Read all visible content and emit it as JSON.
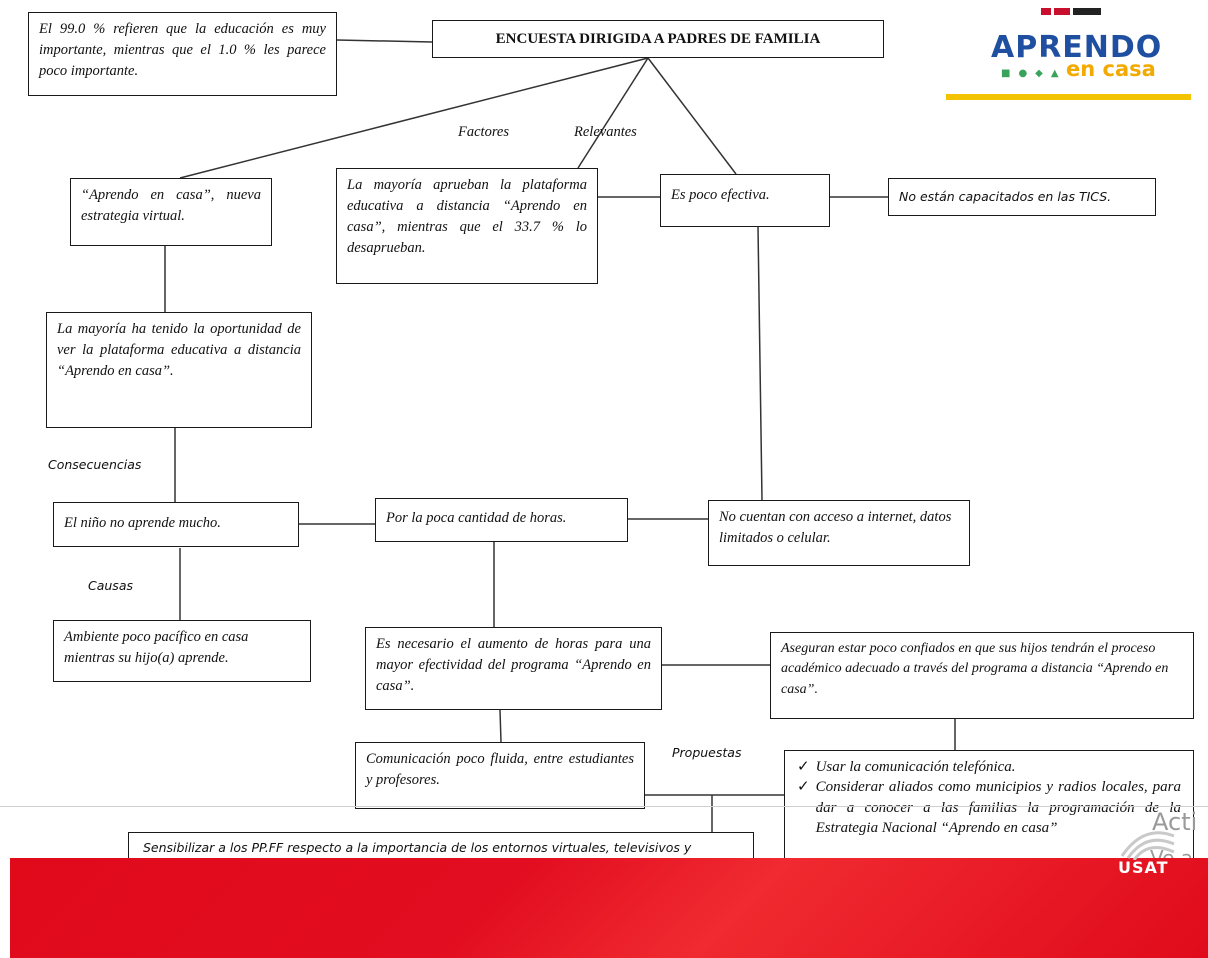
{
  "title": "ENCUESTA DIRIGIDA A PADRES DE FAMILIA",
  "logo": {
    "word1": "APRENDO",
    "word2": "en casa",
    "footer_brand": "USAT"
  },
  "labels": {
    "factores": "Factores",
    "relevantes": "Relevantes",
    "consecuencias": "Consecuencias",
    "causas": "Causas",
    "propuestas": "Propuestas"
  },
  "boxes": {
    "importance": "El 99.0 % refieren que la educación es muy importante, mientras que el 1.0 % les parece poco importante.",
    "strategy": "“Aprendo en casa”, nueva estrategia virtual.",
    "approval": "La mayoría aprueban la plataforma educativa a distancia “Aprendo en casa”, mientras que el 33.7 % lo desaprueban.",
    "effective": "Es poco efectiva.",
    "tics": "No están capacitados en las TICS.",
    "opportunity": "La mayoría ha tenido la oportunidad de ver la plataforma educativa a distancia “Aprendo en casa”.",
    "child": "El niño no aprende mucho.",
    "hours": "Por la poca cantidad de horas.",
    "internet": "No cuentan con acceso a internet, datos limitados o celular.",
    "environment": "Ambiente poco pacífico en casa mientras su hijo(a) aprende.",
    "increase": "Es necesario el aumento de horas para una mayor efectividad del programa “Aprendo en casa”.",
    "confidence": "Aseguran estar poco confiados en que sus hijos tendrán el proceso académico adecuado a través del programa a distancia “Aprendo en casa”.",
    "communication": "Comunicación poco fluida, entre estudiantes y profesores.",
    "proposal1": "Usar la comunicación telefónica.",
    "proposal2": "Considerar aliados como municipios y radios locales, para dar a conocer a las familias la programación de la Estrategia Nacional “Aprendo en casa”",
    "sensitize": "Sensibilizar a los PP.FF respecto a la importancia de los entornos virtuales, televisivos y radiales para los aprendizajes de sus hijos."
  },
  "watermark": {
    "line1": "Acti",
    "line2": "Ve a"
  }
}
